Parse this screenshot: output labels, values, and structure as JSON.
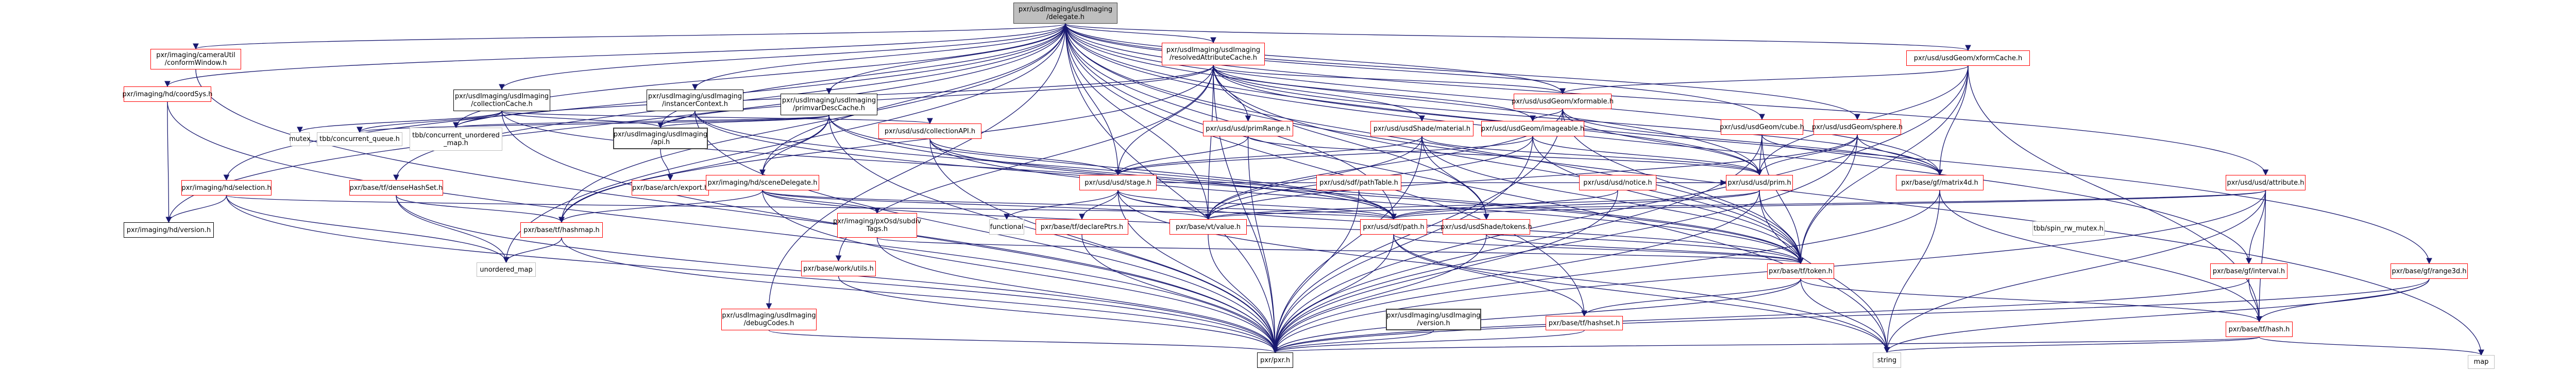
{
  "diagram": {
    "type": "include-dependency-graph",
    "root": "pxr/usdImaging/usdImaging/delegate.h",
    "edge_color": "#191970",
    "nodes": [
      {
        "id": "delegate",
        "label": "pxr/usdImaging/usdImaging\n/delegate.h",
        "style": "root"
      },
      {
        "id": "conformWindow",
        "label": "pxr/imaging/cameraUtil\n/conformWindow.h",
        "style": "red"
      },
      {
        "id": "resolvedAttributeCache",
        "label": "pxr/usdImaging/usdImaging\n/resolvedAttributeCache.h",
        "style": "red"
      },
      {
        "id": "xformCache",
        "label": "pxr/usd/usdGeom/xformCache.h",
        "style": "red"
      },
      {
        "id": "coordSys",
        "label": "pxr/imaging/hd/coordSys.h",
        "style": "red"
      },
      {
        "id": "collectionCache",
        "label": "pxr/usdImaging/usdImaging\n/collectionCache.h",
        "style": "black"
      },
      {
        "id": "instancerContext",
        "label": "pxr/usdImaging/usdImaging\n/instancerContext.h",
        "style": "black"
      },
      {
        "id": "primvarDescCache",
        "label": "pxr/usdImaging/usdImaging\n/primvarDescCache.h",
        "style": "black"
      },
      {
        "id": "xformable",
        "label": "pxr/usd/usdGeom/xformable.h",
        "style": "red"
      },
      {
        "id": "mutex",
        "label": "mutex",
        "style": "gray"
      },
      {
        "id": "concurrentQueue",
        "label": "tbb/concurrent_queue.h",
        "style": "gray"
      },
      {
        "id": "concurrentUnorderedMap",
        "label": "tbb/concurrent_unordered\n_map.h",
        "style": "gray"
      },
      {
        "id": "api",
        "label": "pxr/usdImaging/usdImaging\n/api.h",
        "style": "dark"
      },
      {
        "id": "collectionAPI",
        "label": "pxr/usd/usd/collectionAPI.h",
        "style": "red"
      },
      {
        "id": "primRange",
        "label": "pxr/usd/usd/primRange.h",
        "style": "red"
      },
      {
        "id": "material",
        "label": "pxr/usd/usdShade/material.h",
        "style": "red"
      },
      {
        "id": "imageable",
        "label": "pxr/usd/usdGeom/imageable.h",
        "style": "red"
      },
      {
        "id": "cube",
        "label": "pxr/usd/usdGeom/cube.h",
        "style": "red"
      },
      {
        "id": "sphere",
        "label": "pxr/usd/usdGeom/sphere.h",
        "style": "red"
      },
      {
        "id": "selection",
        "label": "pxr/imaging/hd/selection.h",
        "style": "red"
      },
      {
        "id": "denseHashSet",
        "label": "pxr/base/tf/denseHashSet.h",
        "style": "red"
      },
      {
        "id": "export",
        "label": "pxr/base/arch/export.h",
        "style": "red"
      },
      {
        "id": "sceneDelegate",
        "label": "pxr/imaging/hd/sceneDelegate.h",
        "style": "red"
      },
      {
        "id": "stage",
        "label": "pxr/usd/usd/stage.h",
        "style": "red"
      },
      {
        "id": "pathTable",
        "label": "pxr/usd/sdf/pathTable.h",
        "style": "red"
      },
      {
        "id": "notice",
        "label": "pxr/usd/usd/notice.h",
        "style": "red"
      },
      {
        "id": "prim",
        "label": "pxr/usd/usd/prim.h",
        "style": "red"
      },
      {
        "id": "matrix4d",
        "label": "pxr/base/gf/matrix4d.h",
        "style": "red"
      },
      {
        "id": "attribute",
        "label": "pxr/usd/usd/attribute.h",
        "style": "red"
      },
      {
        "id": "hdVersion",
        "label": "pxr/imaging/hd/version.h",
        "style": "black"
      },
      {
        "id": "hashmap",
        "label": "pxr/base/tf/hashmap.h",
        "style": "red"
      },
      {
        "id": "subdivTags",
        "label": "pxr/imaging/pxOsd/subdiv\nTags.h",
        "style": "red"
      },
      {
        "id": "functional",
        "label": "functional",
        "style": "gray"
      },
      {
        "id": "declarePtrs",
        "label": "pxr/base/tf/declarePtrs.h",
        "style": "red"
      },
      {
        "id": "value",
        "label": "pxr/base/vt/value.h",
        "style": "red"
      },
      {
        "id": "path",
        "label": "pxr/usd/sdf/path.h",
        "style": "red"
      },
      {
        "id": "shadeTokens",
        "label": "pxr/usd/usdShade/tokens.h",
        "style": "red"
      },
      {
        "id": "spinRwMutex",
        "label": "tbb/spin_rw_mutex.h",
        "style": "gray"
      },
      {
        "id": "unorderedMap",
        "label": "unordered_map",
        "style": "gray"
      },
      {
        "id": "workUtils",
        "label": "pxr/base/work/utils.h",
        "style": "red"
      },
      {
        "id": "token",
        "label": "pxr/base/tf/token.h",
        "style": "red"
      },
      {
        "id": "interval",
        "label": "pxr/base/gf/interval.h",
        "style": "red"
      },
      {
        "id": "range3d",
        "label": "pxr/base/gf/range3d.h",
        "style": "red"
      },
      {
        "id": "debugCodes",
        "label": "pxr/usdImaging/usdImaging\n/debugCodes.h",
        "style": "red"
      },
      {
        "id": "usdImagingVersion",
        "label": "pxr/usdImaging/usdImaging\n/version.h",
        "style": "dark"
      },
      {
        "id": "hashset",
        "label": "pxr/base/tf/hashset.h",
        "style": "red"
      },
      {
        "id": "hash",
        "label": "pxr/base/tf/hash.h",
        "style": "red"
      },
      {
        "id": "pxr",
        "label": "pxr/pxr.h",
        "style": "black"
      },
      {
        "id": "string",
        "label": "string",
        "style": "gray"
      },
      {
        "id": "map",
        "label": "map",
        "style": "gray"
      }
    ],
    "edges": [
      [
        "delegate",
        "conformWindow"
      ],
      [
        "delegate",
        "resolvedAttributeCache"
      ],
      [
        "delegate",
        "xformCache"
      ],
      [
        "delegate",
        "coordSys"
      ],
      [
        "delegate",
        "collectionCache"
      ],
      [
        "delegate",
        "instancerContext"
      ],
      [
        "delegate",
        "primvarDescCache"
      ],
      [
        "delegate",
        "selection"
      ],
      [
        "delegate",
        "sceneDelegate"
      ],
      [
        "delegate",
        "hdVersion"
      ],
      [
        "delegate",
        "api"
      ],
      [
        "delegate",
        "stage"
      ],
      [
        "delegate",
        "prim"
      ],
      [
        "delegate",
        "cube"
      ],
      [
        "delegate",
        "sphere"
      ],
      [
        "delegate",
        "attribute"
      ],
      [
        "delegate",
        "matrix4d"
      ],
      [
        "delegate",
        "range3d"
      ],
      [
        "delegate",
        "interval"
      ],
      [
        "delegate",
        "hashset"
      ],
      [
        "delegate",
        "pxr"
      ],
      [
        "delegate",
        "string"
      ],
      [
        "delegate",
        "map"
      ],
      [
        "delegate",
        "concurrentUnorderedMap"
      ],
      [
        "delegate",
        "hashmap"
      ],
      [
        "delegate",
        "denseHashSet"
      ],
      [
        "delegate",
        "debugCodes"
      ],
      [
        "delegate",
        "token"
      ],
      [
        "delegate",
        "value"
      ],
      [
        "delegate",
        "path"
      ],
      [
        "delegate",
        "unorderedMap"
      ],
      [
        "delegate",
        "xformable"
      ],
      [
        "conformWindow",
        "pxr"
      ],
      [
        "resolvedAttributeCache",
        "primRange"
      ],
      [
        "resolvedAttributeCache",
        "material"
      ],
      [
        "resolvedAttributeCache",
        "imageable"
      ],
      [
        "resolvedAttributeCache",
        "xformable"
      ],
      [
        "resolvedAttributeCache",
        "api"
      ],
      [
        "resolvedAttributeCache",
        "workUtils"
      ],
      [
        "resolvedAttributeCache",
        "stage"
      ],
      [
        "resolvedAttributeCache",
        "shadeTokens"
      ],
      [
        "resolvedAttributeCache",
        "token"
      ],
      [
        "resolvedAttributeCache",
        "concurrentUnorderedMap"
      ],
      [
        "resolvedAttributeCache",
        "value"
      ],
      [
        "resolvedAttributeCache",
        "pxr"
      ],
      [
        "resolvedAttributeCache",
        "prim"
      ],
      [
        "resolvedAttributeCache",
        "matrix4d"
      ],
      [
        "resolvedAttributeCache",
        "hashmap"
      ],
      [
        "xformCache",
        "xformable"
      ],
      [
        "xformCache",
        "matrix4d"
      ],
      [
        "xformCache",
        "prim"
      ],
      [
        "xformCache",
        "token"
      ],
      [
        "xformCache",
        "hash"
      ],
      [
        "xformCache",
        "pxr"
      ],
      [
        "coordSys",
        "hdVersion"
      ],
      [
        "coordSys",
        "pxr"
      ],
      [
        "collectionCache",
        "mutex"
      ],
      [
        "collectionCache",
        "concurrentQueue"
      ],
      [
        "collectionCache",
        "concurrentUnorderedMap"
      ],
      [
        "collectionCache",
        "api"
      ],
      [
        "collectionCache",
        "collectionAPI"
      ],
      [
        "collectionCache",
        "path"
      ],
      [
        "collectionCache",
        "pxr"
      ],
      [
        "instancerContext",
        "api"
      ],
      [
        "instancerContext",
        "path"
      ],
      [
        "instancerContext",
        "token"
      ],
      [
        "instancerContext",
        "pxr"
      ],
      [
        "primvarDescCache",
        "api"
      ],
      [
        "primvarDescCache",
        "sceneDelegate"
      ],
      [
        "primvarDescCache",
        "path"
      ],
      [
        "primvarDescCache",
        "token"
      ],
      [
        "primvarDescCache",
        "concurrentQueue"
      ],
      [
        "primvarDescCache",
        "concurrentUnorderedMap"
      ],
      [
        "primvarDescCache",
        "hashmap"
      ],
      [
        "primvarDescCache",
        "pxr"
      ],
      [
        "xformable",
        "imageable"
      ],
      [
        "xformable",
        "prim"
      ],
      [
        "xformable",
        "matrix4d"
      ],
      [
        "xformable",
        "token"
      ],
      [
        "xformable",
        "pxr"
      ],
      [
        "xformable",
        "value"
      ],
      [
        "api",
        "export"
      ],
      [
        "collectionAPI",
        "stage"
      ],
      [
        "collectionAPI",
        "path"
      ],
      [
        "collectionAPI",
        "token"
      ],
      [
        "collectionAPI",
        "pxr"
      ],
      [
        "primRange",
        "prim"
      ],
      [
        "primRange",
        "stage"
      ],
      [
        "primRange",
        "pxr"
      ],
      [
        "material",
        "prim"
      ],
      [
        "material",
        "stage"
      ],
      [
        "material",
        "value"
      ],
      [
        "material",
        "token"
      ],
      [
        "material",
        "shadeTokens"
      ],
      [
        "material",
        "pxr"
      ],
      [
        "imageable",
        "prim"
      ],
      [
        "imageable",
        "stage"
      ],
      [
        "imageable",
        "value"
      ],
      [
        "imageable",
        "token"
      ],
      [
        "imageable",
        "pxr"
      ],
      [
        "cube",
        "prim"
      ],
      [
        "cube",
        "matrix4d"
      ],
      [
        "cube",
        "token"
      ],
      [
        "cube",
        "pxr"
      ],
      [
        "sphere",
        "prim"
      ],
      [
        "sphere",
        "matrix4d"
      ],
      [
        "sphere",
        "token"
      ],
      [
        "sphere",
        "pxr"
      ],
      [
        "sphere",
        "value"
      ],
      [
        "selection",
        "hdVersion"
      ],
      [
        "selection",
        "path"
      ],
      [
        "selection",
        "unorderedMap"
      ],
      [
        "selection",
        "pxr"
      ],
      [
        "denseHashSet",
        "hashmap"
      ],
      [
        "denseHashSet",
        "unorderedMap"
      ],
      [
        "denseHashSet",
        "pxr"
      ],
      [
        "sceneDelegate",
        "subdivTags"
      ],
      [
        "sceneDelegate",
        "value"
      ],
      [
        "sceneDelegate",
        "path"
      ],
      [
        "sceneDelegate",
        "hashmap"
      ],
      [
        "sceneDelegate",
        "pxr"
      ],
      [
        "sceneDelegate",
        "token"
      ],
      [
        "stage",
        "functional"
      ],
      [
        "stage",
        "declarePtrs"
      ],
      [
        "stage",
        "value"
      ],
      [
        "stage",
        "path"
      ],
      [
        "stage",
        "prim"
      ],
      [
        "stage",
        "token"
      ],
      [
        "stage",
        "pxr"
      ],
      [
        "stage",
        "string"
      ],
      [
        "pathTable",
        "path"
      ],
      [
        "pathTable",
        "pxr"
      ],
      [
        "notice",
        "path"
      ],
      [
        "notice",
        "prim"
      ],
      [
        "notice",
        "pxr"
      ],
      [
        "prim",
        "token"
      ],
      [
        "prim",
        "path"
      ],
      [
        "prim",
        "value"
      ],
      [
        "prim",
        "pxr"
      ],
      [
        "prim",
        "string"
      ],
      [
        "matrix4d",
        "hash"
      ],
      [
        "matrix4d",
        "pxr"
      ],
      [
        "matrix4d",
        "string"
      ],
      [
        "attribute",
        "interval"
      ],
      [
        "attribute",
        "hash"
      ],
      [
        "attribute",
        "value"
      ],
      [
        "attribute",
        "path"
      ],
      [
        "attribute",
        "string"
      ],
      [
        "attribute",
        "pxr"
      ],
      [
        "hashmap",
        "unorderedMap"
      ],
      [
        "hashmap",
        "pxr"
      ],
      [
        "subdivTags",
        "token"
      ],
      [
        "subdivTags",
        "pxr"
      ],
      [
        "declarePtrs",
        "pxr"
      ],
      [
        "value",
        "pxr"
      ],
      [
        "path",
        "token"
      ],
      [
        "path",
        "hashset"
      ],
      [
        "path",
        "pxr"
      ],
      [
        "path",
        "string"
      ],
      [
        "shadeTokens",
        "token"
      ],
      [
        "shadeTokens",
        "pxr"
      ],
      [
        "workUtils",
        "pxr"
      ],
      [
        "token",
        "hashset"
      ],
      [
        "token",
        "hash"
      ],
      [
        "token",
        "pxr"
      ],
      [
        "token",
        "string"
      ],
      [
        "interval",
        "hash"
      ],
      [
        "interval",
        "pxr"
      ],
      [
        "range3d",
        "hash"
      ],
      [
        "range3d",
        "pxr"
      ],
      [
        "range3d",
        "string"
      ],
      [
        "debugCodes",
        "pxr"
      ],
      [
        "usdImagingVersion",
        "pxr"
      ],
      [
        "hashset",
        "pxr"
      ],
      [
        "hash",
        "pxr"
      ],
      [
        "hash",
        "string"
      ],
      [
        "hash",
        "map"
      ]
    ]
  }
}
